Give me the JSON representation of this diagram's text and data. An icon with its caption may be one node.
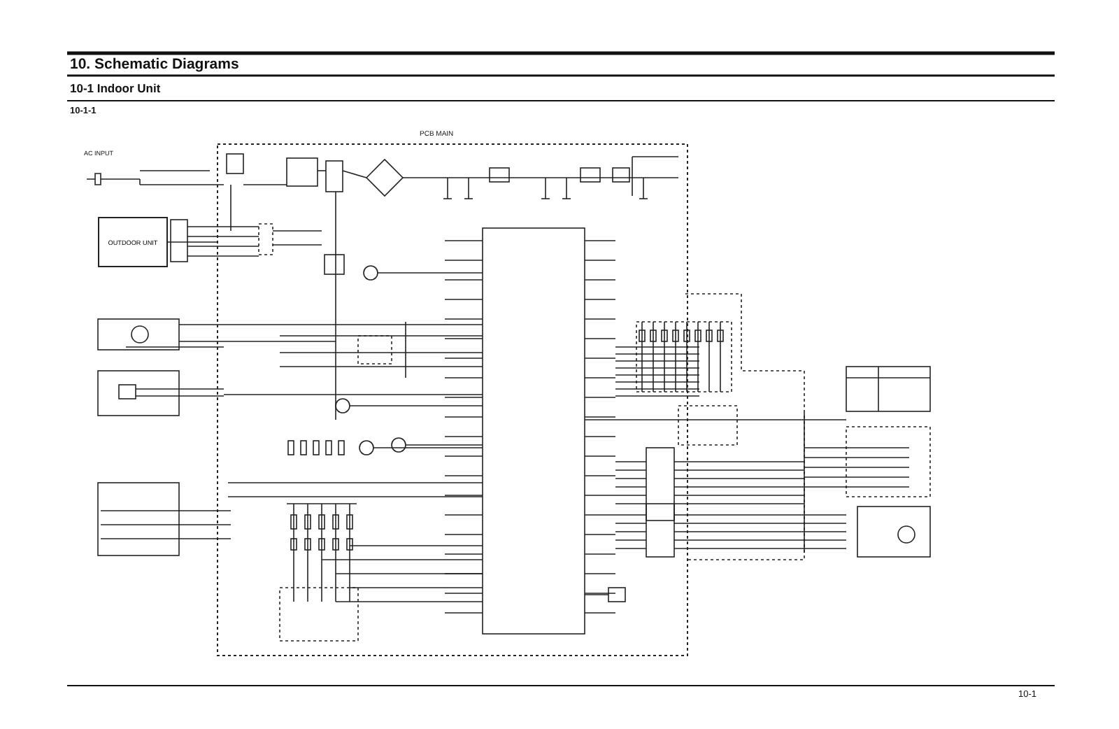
{
  "diagram": {
    "title": "10. Schematic Diagrams",
    "nodes": [
      {
        "text": [
          "PCB MAIN"
        ]
      },
      {
        "text": [
          "OUTDOOR UNIT"
        ]
      }
    ],
    "edges": [
      {
        "from": 1,
        "to": 0,
        "arrow": "none"
      }
    ],
    "labels": [
      "10-1 Indoor Unit",
      "10-1-1",
      "AC INPUT",
      "10-1"
    ]
  }
}
